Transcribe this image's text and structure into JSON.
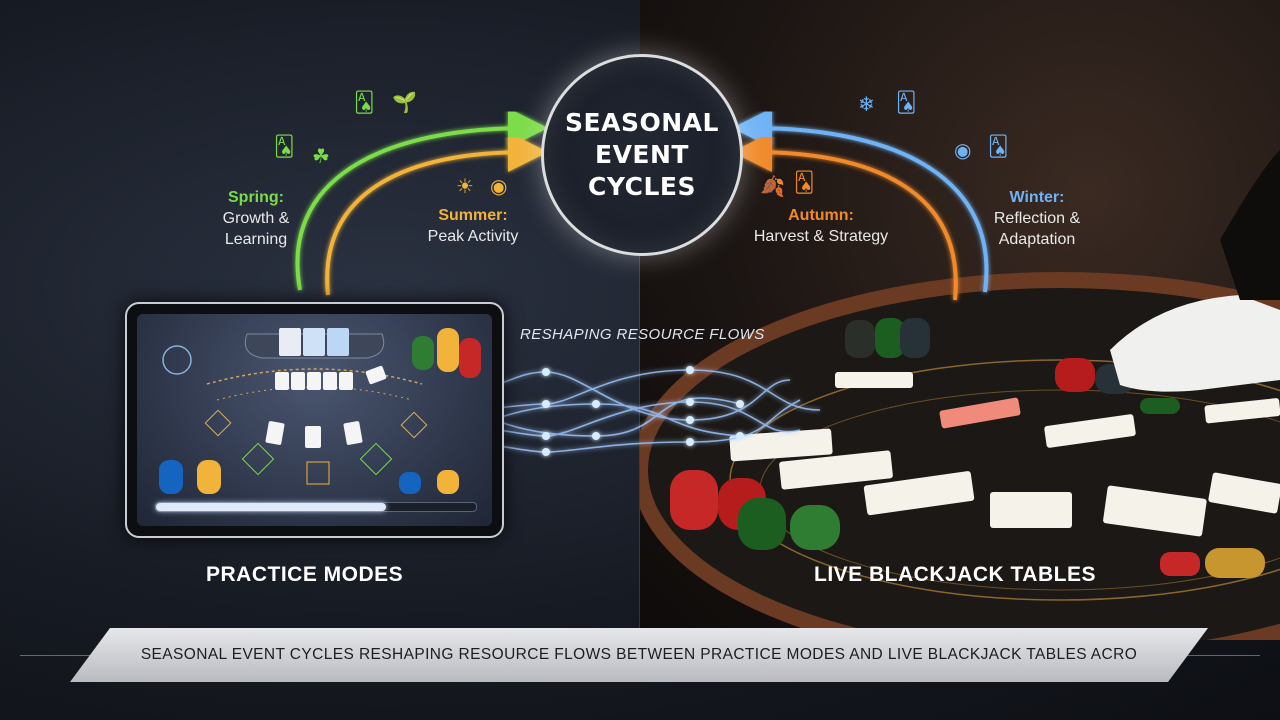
{
  "hub": {
    "title": "SEASONAL\nEVENT\nCYCLES"
  },
  "seasons": [
    {
      "title": "Spring:",
      "desc": "Growth &\nLearning",
      "color": "#7bdc4a"
    },
    {
      "title": "Summer:",
      "desc": "Peak Activity",
      "color": "#f2b33a"
    },
    {
      "title": "Autumn:",
      "desc": "Harvest & Strategy",
      "color": "#f08a2c"
    },
    {
      "title": "Winter:",
      "desc": "Reflection &\nAdaptation",
      "color": "#6fb3f5"
    }
  ],
  "flow_label": "RESHAPING RESOURCE FLOWS",
  "sections": {
    "left": "PRACTICE MODES",
    "right": "LIVE BLACKJACK TABLES"
  },
  "banner": "SEASONAL EVENT CYCLES RESHAPING RESOURCE FLOWS BETWEEN PRACTICE MODES AND LIVE BLACKJACK TABLES ACRO",
  "practice_progress": 0.72,
  "icons": [
    "cards-icon",
    "plant-icon",
    "sun-icon",
    "snowflake-icon",
    "leaf-icon",
    "chip-icon"
  ]
}
